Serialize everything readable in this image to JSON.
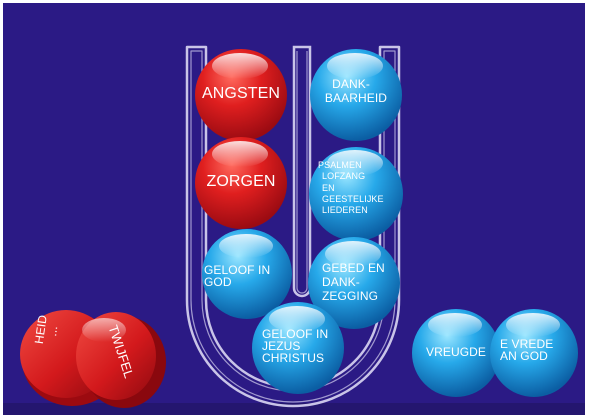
{
  "colors": {
    "background": "#2b1a85",
    "red": "#d41c1c",
    "blue": "#1e9ee0",
    "outline": "#c9c4e8"
  },
  "balls": {
    "angsten": "ANGSTEN",
    "zorgen": "ZORGEN",
    "dankbaarheid": [
      "DANK-",
      "BAARHEID"
    ],
    "psalmen": [
      "PSALMEN",
      "LOFZANG",
      "EN",
      "GEESTELIJKE",
      "LIEDEREN"
    ],
    "geloof_in_god": [
      "GELOOF IN",
      "GOD"
    ],
    "gebed_en_dankzegging": [
      "GEBED EN",
      "DANK-",
      "ZEGGING"
    ],
    "geloof_in_jezus_christus": [
      "GELOOF IN",
      "JEZUS",
      "CHRISTUS"
    ],
    "vreugde": "VREUGDE",
    "vrede_van_god": [
      "E VREDE",
      "AN GOD"
    ]
  },
  "fallen_tokens": {
    "back_text": [
      "HEID",
      "..."
    ],
    "front_text": "TWIJFEL"
  }
}
